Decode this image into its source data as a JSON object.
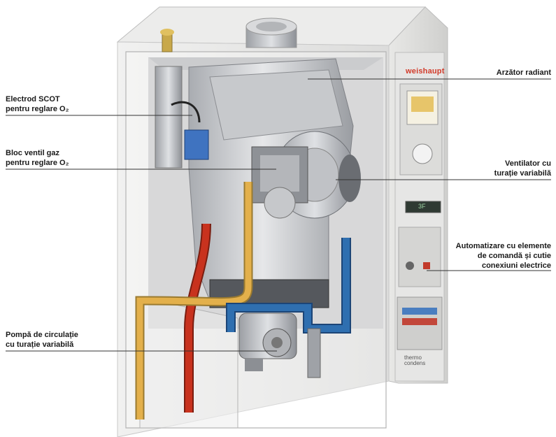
{
  "brand": {
    "logo": "weishaupt",
    "thermo_line1": "thermo",
    "thermo_line2": "condens",
    "display_readout": "3F"
  },
  "labels": {
    "scot_l1": "Electrod SCOT",
    "scot_l2": "pentru reglare O₂",
    "gas_l1": "Bloc ventil gaz",
    "gas_l2": "pentru reglare O₂",
    "pump_l1": "Pompă de circulație",
    "pump_l2": "cu turație variabilă",
    "burner": "Arzător radiant",
    "fan_l1": "Ventilator cu",
    "fan_l2": "turație variabilă",
    "auto_l1": "Automatizare cu elemente",
    "auto_l2": "de comandă și cutie",
    "auto_l3": "conexiuni electrice"
  },
  "colors": {
    "leader": "#333333",
    "hot_pipe": "#c8321e",
    "cold_pipe": "#2f6fb0",
    "gas_pipe": "#e3b04b",
    "brand_red": "#d23b2a"
  }
}
